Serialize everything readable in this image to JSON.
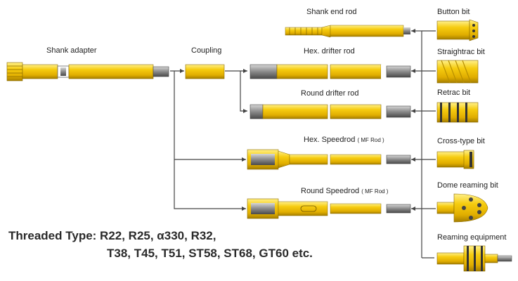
{
  "labels": {
    "shank_adapter": "Shank adapter",
    "coupling": "Coupling",
    "shank_end_rod": "Shank end rod",
    "hex_drifter_rod": "Hex. drifter rod",
    "round_drifter_rod": "Round drifter rod",
    "hex_speedrod": "Hex. Speedrod",
    "hex_speedrod_note": "( MF Rod )",
    "round_speedrod": "Round Speedrod",
    "round_speedrod_note": "( MF Rod )",
    "button_bit": "Button bit",
    "straightrac_bit": "Straightrac bit",
    "retrac_bit": "Retrac bit",
    "cross_type_bit": "Cross-type bit",
    "dome_reaming_bit": "Dome reaming bit",
    "reaming_equipment": "Reaming equipment"
  },
  "threaded": {
    "line1": "Threaded Type: R22, R25, α330, R32,",
    "line2": "T38, T45, T51, ST58, ST68, GT60 etc."
  },
  "colors": {
    "gold": "#f3c400",
    "gold_light": "#ffe76a",
    "gold_dark": "#b88f00",
    "steel": "#8d8d8d",
    "steel_dark": "#555555",
    "line": "#444444"
  }
}
